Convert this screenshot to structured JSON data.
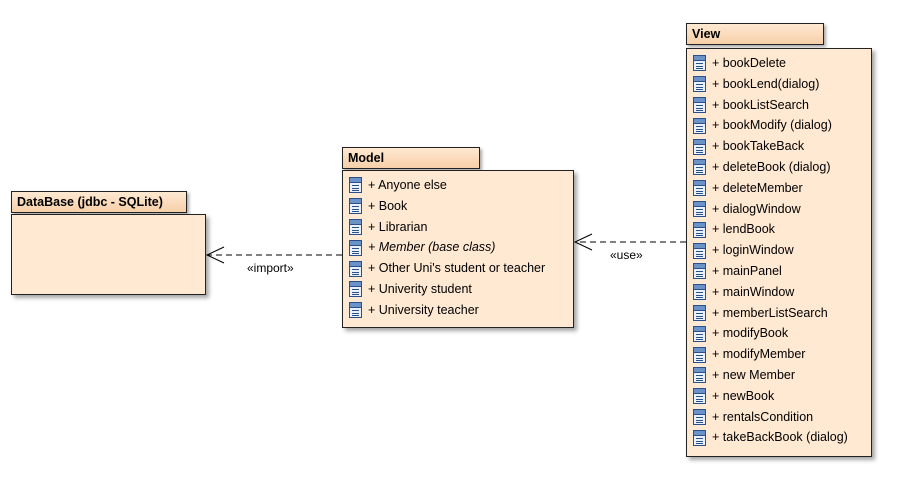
{
  "packages": {
    "database": {
      "name": "DataBase (jdbc - SQLite)",
      "items": []
    },
    "model": {
      "name": "Model",
      "items": [
        {
          "label": "+ Anyone else",
          "italic": false,
          "icon": "class-icon"
        },
        {
          "label": "+ Book",
          "italic": false,
          "icon": "class-icon"
        },
        {
          "label": "+ Librarian",
          "italic": false,
          "icon": "class-icon"
        },
        {
          "label": "+ Member (base class)",
          "italic": true,
          "icon": "class-icon"
        },
        {
          "label": "+ Other Uni's student or teacher",
          "italic": false,
          "icon": "class-icon"
        },
        {
          "label": "+ Univerity student",
          "italic": false,
          "icon": "class-icon"
        },
        {
          "label": "+ University teacher",
          "italic": false,
          "icon": "class-icon"
        }
      ]
    },
    "view": {
      "name": "View",
      "items": [
        {
          "label": "+ bookDelete",
          "italic": false,
          "icon": "class-icon"
        },
        {
          "label": "+ bookLend(dialog)",
          "italic": false,
          "icon": "class-icon"
        },
        {
          "label": "+ bookListSearch",
          "italic": false,
          "icon": "class-icon"
        },
        {
          "label": "+ bookModify (dialog)",
          "italic": false,
          "icon": "class-icon"
        },
        {
          "label": "+ bookTakeBack",
          "italic": false,
          "icon": "class-icon"
        },
        {
          "label": "+ deleteBook (dialog)",
          "italic": false,
          "icon": "class-icon"
        },
        {
          "label": "+ deleteMember",
          "italic": false,
          "icon": "class-icon"
        },
        {
          "label": "+ dialogWindow",
          "italic": false,
          "icon": "class-icon"
        },
        {
          "label": "+ lendBook",
          "italic": false,
          "icon": "class-icon"
        },
        {
          "label": "+ loginWindow",
          "italic": false,
          "icon": "class-icon"
        },
        {
          "label": "+ mainPanel",
          "italic": false,
          "icon": "class-icon"
        },
        {
          "label": "+ mainWindow",
          "italic": false,
          "icon": "class-icon"
        },
        {
          "label": "+ memberListSearch",
          "italic": false,
          "icon": "class-icon"
        },
        {
          "label": "+ modifyBook",
          "italic": false,
          "icon": "class-icon"
        },
        {
          "label": "+ modifyMember",
          "italic": false,
          "icon": "class-icon"
        },
        {
          "label": "+ new Member",
          "italic": false,
          "icon": "class-icon"
        },
        {
          "label": "+ newBook",
          "italic": false,
          "icon": "class-icon"
        },
        {
          "label": "+ rentalsCondition",
          "italic": false,
          "icon": "class-icon"
        },
        {
          "label": "+ takeBackBook (dialog)",
          "italic": false,
          "icon": "class-icon"
        }
      ]
    }
  },
  "connectors": {
    "import": {
      "label": "«import»",
      "style": "dashed-open-arrow"
    },
    "use": {
      "label": "«use»",
      "style": "dashed-open-arrow"
    }
  },
  "colors": {
    "package_fill": "#ffe9d3",
    "tab_fill": "#f6cfa8",
    "border": "#222222"
  }
}
